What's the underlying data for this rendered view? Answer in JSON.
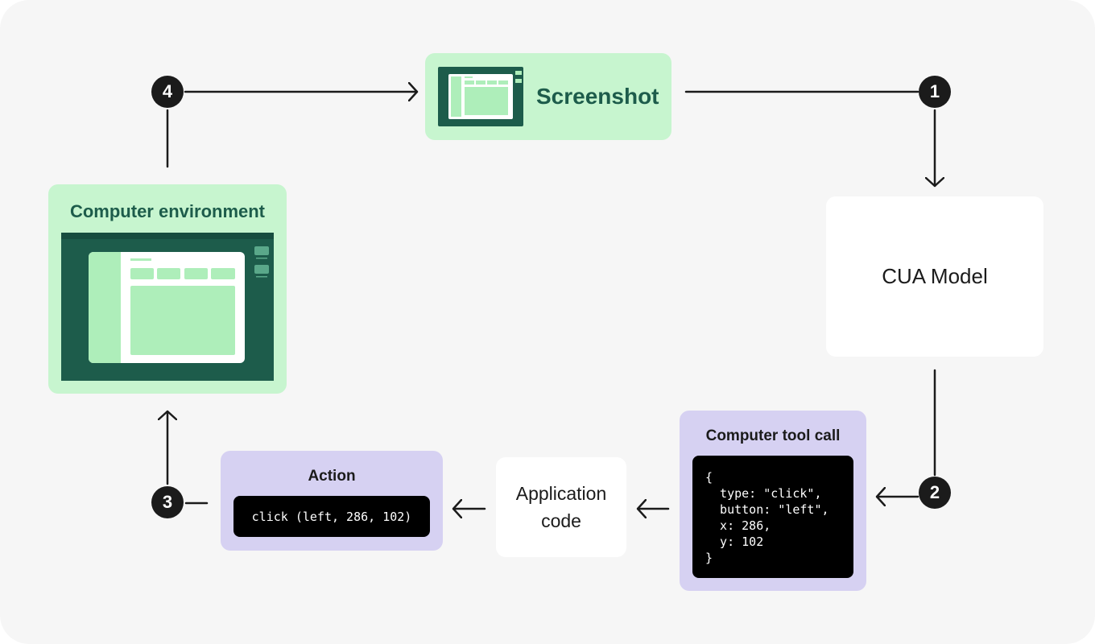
{
  "steps": {
    "one": "1",
    "two": "2",
    "three": "3",
    "four": "4"
  },
  "screenshot": {
    "label": "Screenshot",
    "icon": "screenshot-thumbnail-icon"
  },
  "cua_model": {
    "label": "CUA Model"
  },
  "computer_environment": {
    "label": "Computer environment",
    "icon": "desktop-window-illustration"
  },
  "tool_call": {
    "title": "Computer tool call",
    "code_lines": [
      "{",
      "  type: \"click\",",
      "  button: \"left\",",
      "  x: 286,",
      "  y: 102",
      "}"
    ]
  },
  "application_code": {
    "line1": "Application",
    "line2": "code"
  },
  "action": {
    "title": "Action",
    "code": "click (left, 286, 102)"
  },
  "colors": {
    "background": "#f6f6f6",
    "green_box": "#c7f5cf",
    "green_dark": "#1d5c4b",
    "green_light": "#aeeeba",
    "purple_box": "#d6d1f2",
    "badge": "#1b1b1b",
    "code_bg": "#000000"
  }
}
